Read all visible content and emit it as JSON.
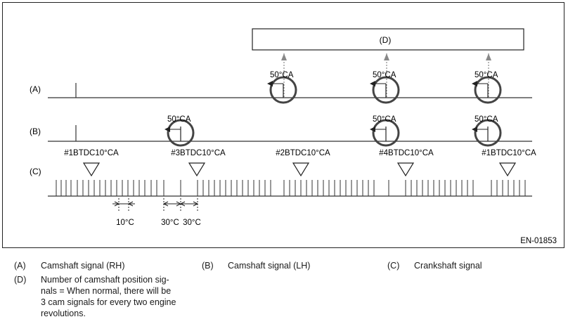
{
  "diagram": {
    "box_label": "(D)",
    "row_labels": {
      "a": "(A)",
      "b": "(B)",
      "c": "(C)"
    },
    "angle_label": "50°CA",
    "tdc_labels": [
      "#1BTDC10°CA",
      "#3BTDC10°CA",
      "#2BTDC10°CA",
      "#4BTDC10°CA",
      "#1BTDC10°CA"
    ],
    "dim_labels": [
      "10°C",
      "30°C",
      "30°C"
    ],
    "figure_id": "EN-01853"
  },
  "legend": [
    {
      "key": "(A)",
      "text": "Camshaft signal (RH)"
    },
    {
      "key": "(B)",
      "text": "Camshaft signal (LH)"
    },
    {
      "key": "(C)",
      "text": "Crankshaft signal"
    },
    {
      "key": "(D)",
      "text": "Number of camshaft position sig-\nnals = When normal, there will be\n3 cam signals for every two engine\nrevolutions."
    }
  ]
}
